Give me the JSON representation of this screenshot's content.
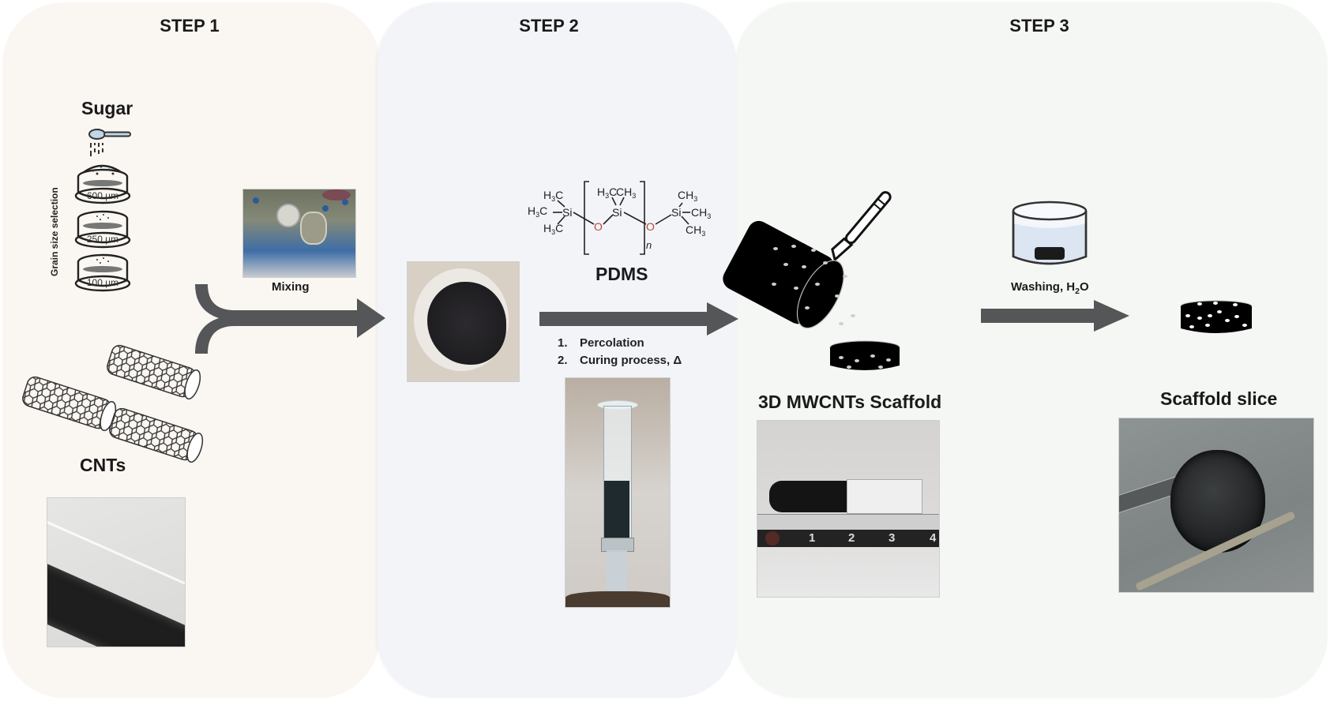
{
  "steps": [
    {
      "title": "STEP 1"
    },
    {
      "title": "STEP 2"
    },
    {
      "title": "STEP 3"
    }
  ],
  "step1": {
    "sugar_label": "Sugar",
    "grain_size_label": "Grain size selection",
    "sieves": [
      "600 µm",
      "250 µm",
      "100 µm"
    ],
    "cnts_label": "CNTs",
    "mixing_label": "Mixing"
  },
  "step2": {
    "pdms_label": "PDMS",
    "pdms_structure": {
      "left_group": [
        "H3C",
        "H3C",
        "H3C",
        "Si"
      ],
      "repeat_unit": [
        "H3C",
        "CH3",
        "Si",
        "O"
      ],
      "right_group": [
        "O",
        "Si",
        "CH3",
        "CH3",
        "CH3"
      ],
      "subscript": "n"
    },
    "process_steps": [
      {
        "num": "1.",
        "text": "Percolation"
      },
      {
        "num": "2.",
        "text": "Curing process, Δ"
      }
    ]
  },
  "step3": {
    "scaffold_label": "3D MWCNTs Scaffold",
    "washing_label": "Washing, H",
    "washing_sub": "2",
    "washing_suffix": "O",
    "slice_label": "Scaffold slice",
    "ruler_ticks": [
      "1",
      "2",
      "3",
      "4"
    ]
  },
  "colors": {
    "panel1_bg": "#faf6f1",
    "panel2_bg": "#f2f4f8",
    "panel3_bg": "#f5f7f4",
    "arrow": "#555658",
    "oxygen": "#b5473f"
  }
}
